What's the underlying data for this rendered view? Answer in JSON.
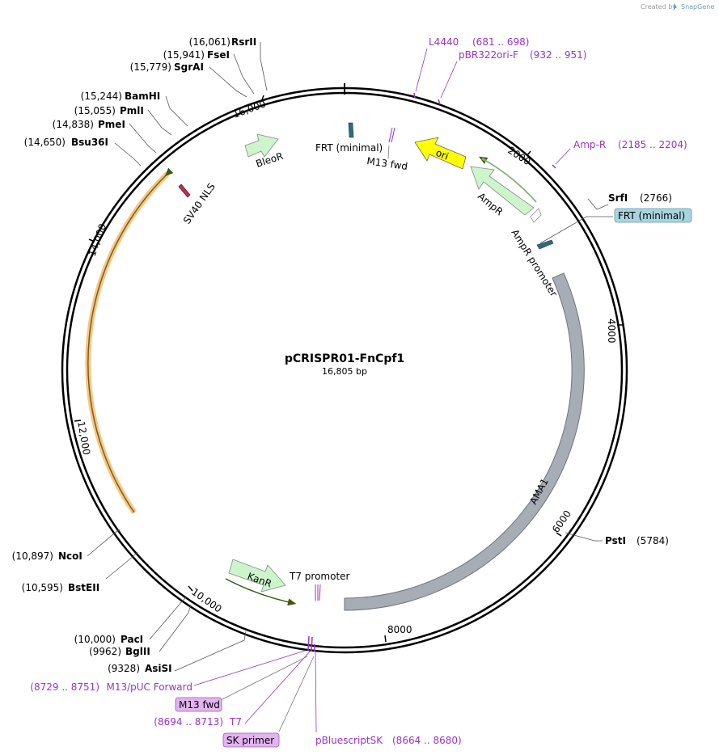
{
  "credit": {
    "prefix": "Created by",
    "brand": "SnapGene"
  },
  "plasmid": {
    "name": "pCRISPR01-FnCpf1",
    "length": "16,805 bp"
  },
  "ticks": [
    "2000",
    "4000",
    "6000",
    "8000",
    "10,000",
    "12,000",
    "14,000",
    "16,000"
  ],
  "sites_left": [
    {
      "pos": "(16,061)",
      "name": "RsrII"
    },
    {
      "pos": "(15,941)",
      "name": "FseI"
    },
    {
      "pos": "(15,779)",
      "name": "SgrAI"
    },
    {
      "pos": "(15,244)",
      "name": "BamHI"
    },
    {
      "pos": "(15,055)",
      "name": "PmlI"
    },
    {
      "pos": "(14,838)",
      "name": "PmeI"
    },
    {
      "pos": "(14,650)",
      "name": "Bsu36I"
    },
    {
      "pos": "(10,897)",
      "name": "NcoI"
    },
    {
      "pos": "(10,595)",
      "name": "BstEII"
    },
    {
      "pos": "(10,000)",
      "name": "PacI"
    },
    {
      "pos": "(9962)",
      "name": "BglII"
    },
    {
      "pos": "(9328)",
      "name": "AsiSI"
    }
  ],
  "sites_right": [
    {
      "name": "SrfI",
      "pos": "(2766)"
    },
    {
      "name": "PstI",
      "pos": "(5784)"
    }
  ],
  "primers": [
    {
      "name": "L4440",
      "range": "(681 .. 698)"
    },
    {
      "name": "pBR322ori-F",
      "range": "(932 .. 951)"
    },
    {
      "name": "Amp-R",
      "range": "(2185 .. 2204)"
    },
    {
      "name": "M13/pUC Forward",
      "range": "(8729 .. 8751)"
    },
    {
      "name": "T7",
      "range": "(8694 .. 8713)"
    },
    {
      "name": "pBluescriptSK",
      "range": "(8664 .. 8680)"
    }
  ],
  "boxed_labels": {
    "frt": "FRT (minimal)",
    "m13fwd": "M13 fwd",
    "skprimer": "SK primer"
  },
  "features": {
    "bleor": "BleoR",
    "frt_inner": "FRT (minimal)",
    "m13_inner": "M13 fwd",
    "ori": "ori",
    "ampr": "AmpR",
    "ampr_promoter": "AmpR promoter",
    "sv40": "SV40 NLS",
    "ama1": "AMA1",
    "kanr": "KanR",
    "t7_promoter": "T7 promoter"
  },
  "colors": {
    "backbone": "#000000",
    "primer": "#9933cc",
    "ori": "#ffff00",
    "resistance": "#ccf5cc",
    "ama1": "#a6adb4",
    "orf_track": "#f5c784",
    "frt_box": "#a8d4e0",
    "primer_box": "#e3b3f0"
  }
}
